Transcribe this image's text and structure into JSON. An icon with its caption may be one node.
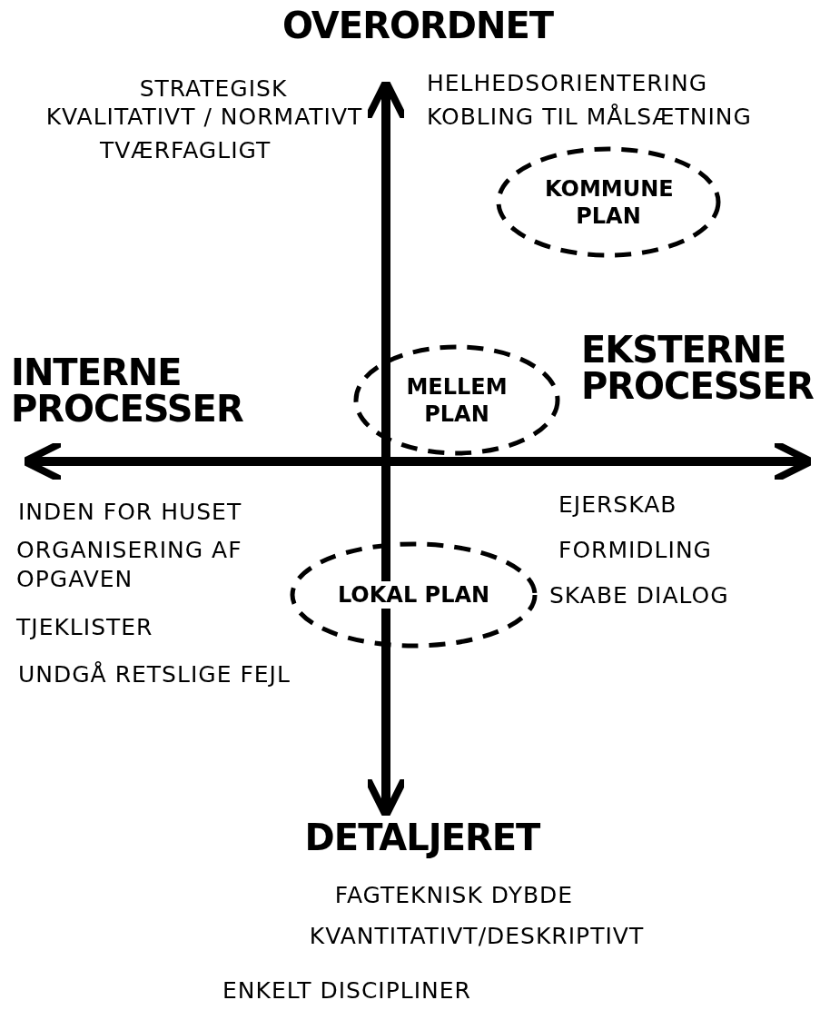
{
  "diagram": {
    "nodes": [
      {
        "text": [
          "KOMMUNE PLAN"
        ]
      },
      {
        "text": [
          "MELLEM PLAN"
        ]
      },
      {
        "text": [
          "LOKAL PLAN"
        ]
      }
    ],
    "labels": [
      "OVERORDNET",
      "STRATEGISK",
      "KVALITATIVT / NORMATIVT",
      "TVÆRFAGLIGT",
      "HELHEDSORIENTERING",
      "KOBLING TIL MÅLSÆTNING",
      "INTERNE PROCESSER",
      "EKSTERNE PROCESSER",
      "INDEN FOR HUSET",
      "ORGANISERING AF OPGAVEN",
      "TJEKLISTER",
      "UNDGÅ RETSLIGE FEJL",
      "EJERSKAB",
      "FORMIDLING",
      "SKABE DIALOG",
      "DETALJERET",
      "FAGTEKNISK DYBDE",
      "KVANTITATIVT/DESKRIPTIVT",
      "ENKELT DISCIPLINER"
    ]
  }
}
